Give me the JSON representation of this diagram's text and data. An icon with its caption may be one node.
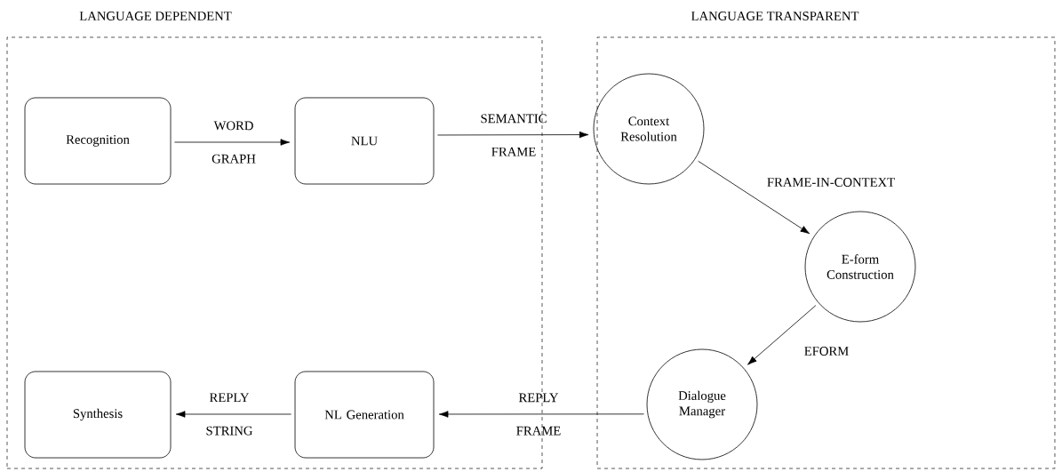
{
  "diagram": {
    "nodes": [
      {
        "text": [
          "LANGUAGE DEPENDENT"
        ]
      },
      {
        "text": [
          "Recognition"
        ],
        "in": 0
      },
      {
        "text": [
          "NLU"
        ],
        "in": 0
      },
      {
        "text": [
          "Synthesis"
        ],
        "in": 0
      },
      {
        "text": [
          "NL Generation"
        ],
        "in": 0
      },
      {
        "text": [
          "LANGUAGE TRANSPARENT"
        ]
      },
      {
        "text": [
          "Context Resolution"
        ],
        "in": 5
      },
      {
        "text": [
          "E-form Construction"
        ],
        "in": 5
      },
      {
        "text": [
          "Dialogue Manager"
        ],
        "in": 5
      }
    ],
    "edges": [
      {
        "from": 1,
        "to": 2,
        "arrow": "to",
        "label": "WORD GRAPH"
      },
      {
        "from": 2,
        "to": 6,
        "arrow": "to",
        "label": "SEMANTIC FRAME"
      },
      {
        "from": 6,
        "to": 7,
        "arrow": "to",
        "label": "FRAME-IN-CONTEXT"
      },
      {
        "from": 7,
        "to": 8,
        "arrow": "to",
        "label": "EFORM"
      },
      {
        "from": 8,
        "to": 4,
        "arrow": "to",
        "label": "REPLY FRAME"
      },
      {
        "from": 4,
        "to": 3,
        "arrow": "to",
        "label": "REPLY STRING"
      }
    ]
  }
}
